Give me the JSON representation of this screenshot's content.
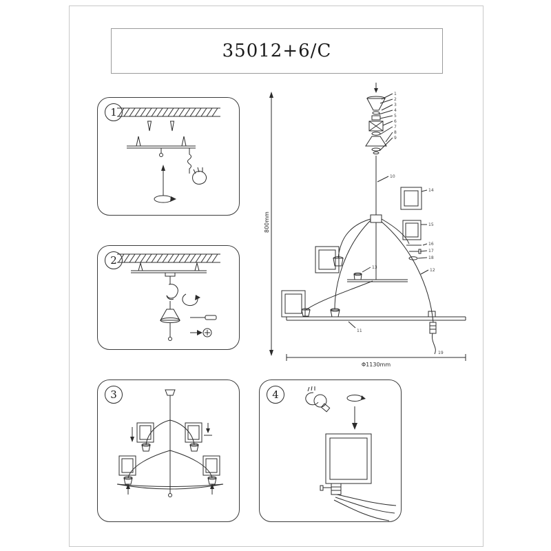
{
  "page": {
    "title": "35012+6/C"
  },
  "steps": [
    {
      "number": "1"
    },
    {
      "number": "2"
    },
    {
      "number": "3"
    },
    {
      "number": "4"
    }
  ],
  "dimensions": {
    "height": "800mm",
    "diameter": "Φ1130mm"
  },
  "callouts": {
    "top": [
      "1",
      "2",
      "3",
      "4",
      "5",
      "6",
      "7",
      "8",
      "9"
    ],
    "rod": "10",
    "ring": "11",
    "wire": "12",
    "cup": "13",
    "detail": [
      "14",
      "15",
      "16",
      "17",
      "18"
    ],
    "socket": "19"
  },
  "colors": {
    "line": "#2b2b2b",
    "frame": "#c8c8c8",
    "panel_border": "#3a3a3a"
  }
}
